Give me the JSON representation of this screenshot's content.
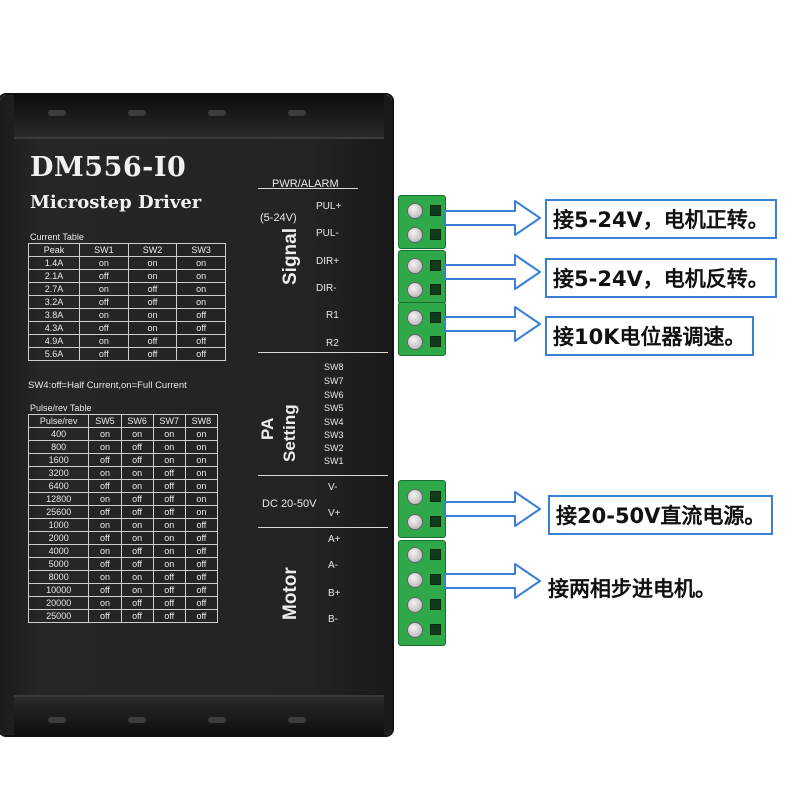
{
  "device": {
    "model": "DM556-I0",
    "subtitle": "Microstep Driver",
    "current_table_title": "Current  Table",
    "current_table": {
      "headers": [
        "Peak",
        "SW1",
        "SW2",
        "SW3"
      ],
      "rows": [
        [
          "1.4A",
          "on",
          "on",
          "on"
        ],
        [
          "2.1A",
          "off",
          "on",
          "on"
        ],
        [
          "2.7A",
          "on",
          "off",
          "on"
        ],
        [
          "3.2A",
          "off",
          "off",
          "on"
        ],
        [
          "3.8A",
          "on",
          "on",
          "off"
        ],
        [
          "4.3A",
          "off",
          "on",
          "off"
        ],
        [
          "4.9A",
          "on",
          "off",
          "off"
        ],
        [
          "5.6A",
          "off",
          "off",
          "off"
        ]
      ]
    },
    "sw4_note": "SW4:off=Half Current,on=Full Current",
    "pulse_table_title": "Pulse/rev Table",
    "pulse_table": {
      "headers": [
        "Pulse/rev",
        "SW5",
        "SW6",
        "SW7",
        "SW8"
      ],
      "rows": [
        [
          "400",
          "on",
          "on",
          "on",
          "on"
        ],
        [
          "800",
          "on",
          "off",
          "on",
          "on"
        ],
        [
          "1600",
          "off",
          "off",
          "on",
          "on"
        ],
        [
          "3200",
          "on",
          "on",
          "off",
          "on"
        ],
        [
          "6400",
          "off",
          "on",
          "off",
          "on"
        ],
        [
          "12800",
          "on",
          "off",
          "off",
          "on"
        ],
        [
          "25600",
          "off",
          "off",
          "off",
          "on"
        ],
        [
          "1000",
          "on",
          "on",
          "on",
          "off"
        ],
        [
          "2000",
          "off",
          "on",
          "on",
          "off"
        ],
        [
          "4000",
          "on",
          "off",
          "on",
          "off"
        ],
        [
          "5000",
          "off",
          "off",
          "on",
          "off"
        ],
        [
          "8000",
          "on",
          "on",
          "off",
          "off"
        ],
        [
          "10000",
          "off",
          "on",
          "off",
          "off"
        ],
        [
          "20000",
          "on",
          "off",
          "off",
          "off"
        ],
        [
          "25000",
          "off",
          "off",
          "off",
          "off"
        ]
      ]
    },
    "pwr_alarm": "PWR/ALARM",
    "signal_voltage": "(5-24V)",
    "signal_label": "Signal",
    "signal_pins": [
      "PUL+",
      "PUL-",
      "DIR+",
      "DIR-",
      "R1",
      "R2"
    ],
    "pa_label": "PA",
    "setting_label": "Setting",
    "switches": [
      "SW8",
      "SW7",
      "SW6",
      "SW5",
      "SW4",
      "SW3",
      "SW2",
      "SW1"
    ],
    "dc_label": "DC 20-50V",
    "power_pins": [
      "V-",
      "V+"
    ],
    "motor_label": "Motor",
    "motor_pins": [
      "A+",
      "A-",
      "B+",
      "B-"
    ]
  },
  "callouts": [
    "接5-24V，电机正转。",
    "接5-24V，电机反转。",
    "接10K电位器调速。",
    "接20-50V直流电源。",
    "接两相步进电机。"
  ],
  "colors": {
    "terminal_green": "#2fa84a",
    "callout_border": "#3a7fd5",
    "arrow_blue": "#3a7fd5"
  }
}
